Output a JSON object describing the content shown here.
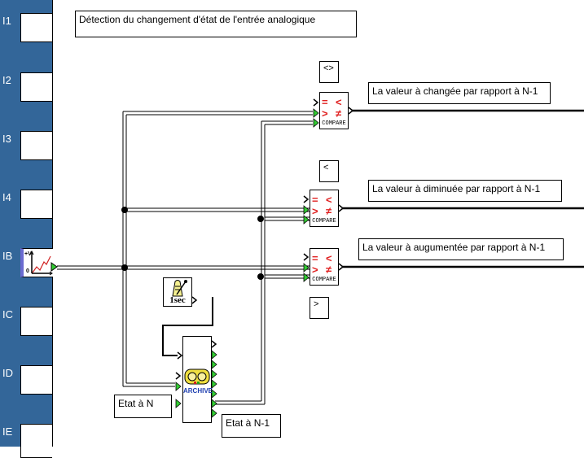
{
  "sidebar": {
    "slots": [
      {
        "label": "I1"
      },
      {
        "label": "I2"
      },
      {
        "label": "I3"
      },
      {
        "label": "I4"
      },
      {
        "label": "IB",
        "icon": "analog-input-icon"
      },
      {
        "label": "IC"
      },
      {
        "label": "ID"
      },
      {
        "label": "IE"
      }
    ],
    "color": "#336699"
  },
  "title": "Détection du changement d'état de l'entrée analogique",
  "comparators": [
    {
      "operator": "<>",
      "output_label": "La valeur à changée par rapport à N-1",
      "block_label": "COMPARE"
    },
    {
      "operator": "<",
      "output_label": "La valeur à diminuée par rapport à N-1",
      "block_label": "COMPARE"
    },
    {
      "operator": ">",
      "output_label": "La valeur à augumentée par rapport à N-1",
      "block_label": "COMPARE"
    }
  ],
  "timer": {
    "label": "1sec"
  },
  "archive": {
    "label": "ARCHIVE"
  },
  "notes": {
    "state_n": "Etat à N",
    "state_n1": "Etat à N-1"
  },
  "colors": {
    "pin_green": "#33cc33",
    "compare_red": "#e02020",
    "archive_yellow": "#f0e040",
    "archive_blue": "#1f3fb0"
  }
}
